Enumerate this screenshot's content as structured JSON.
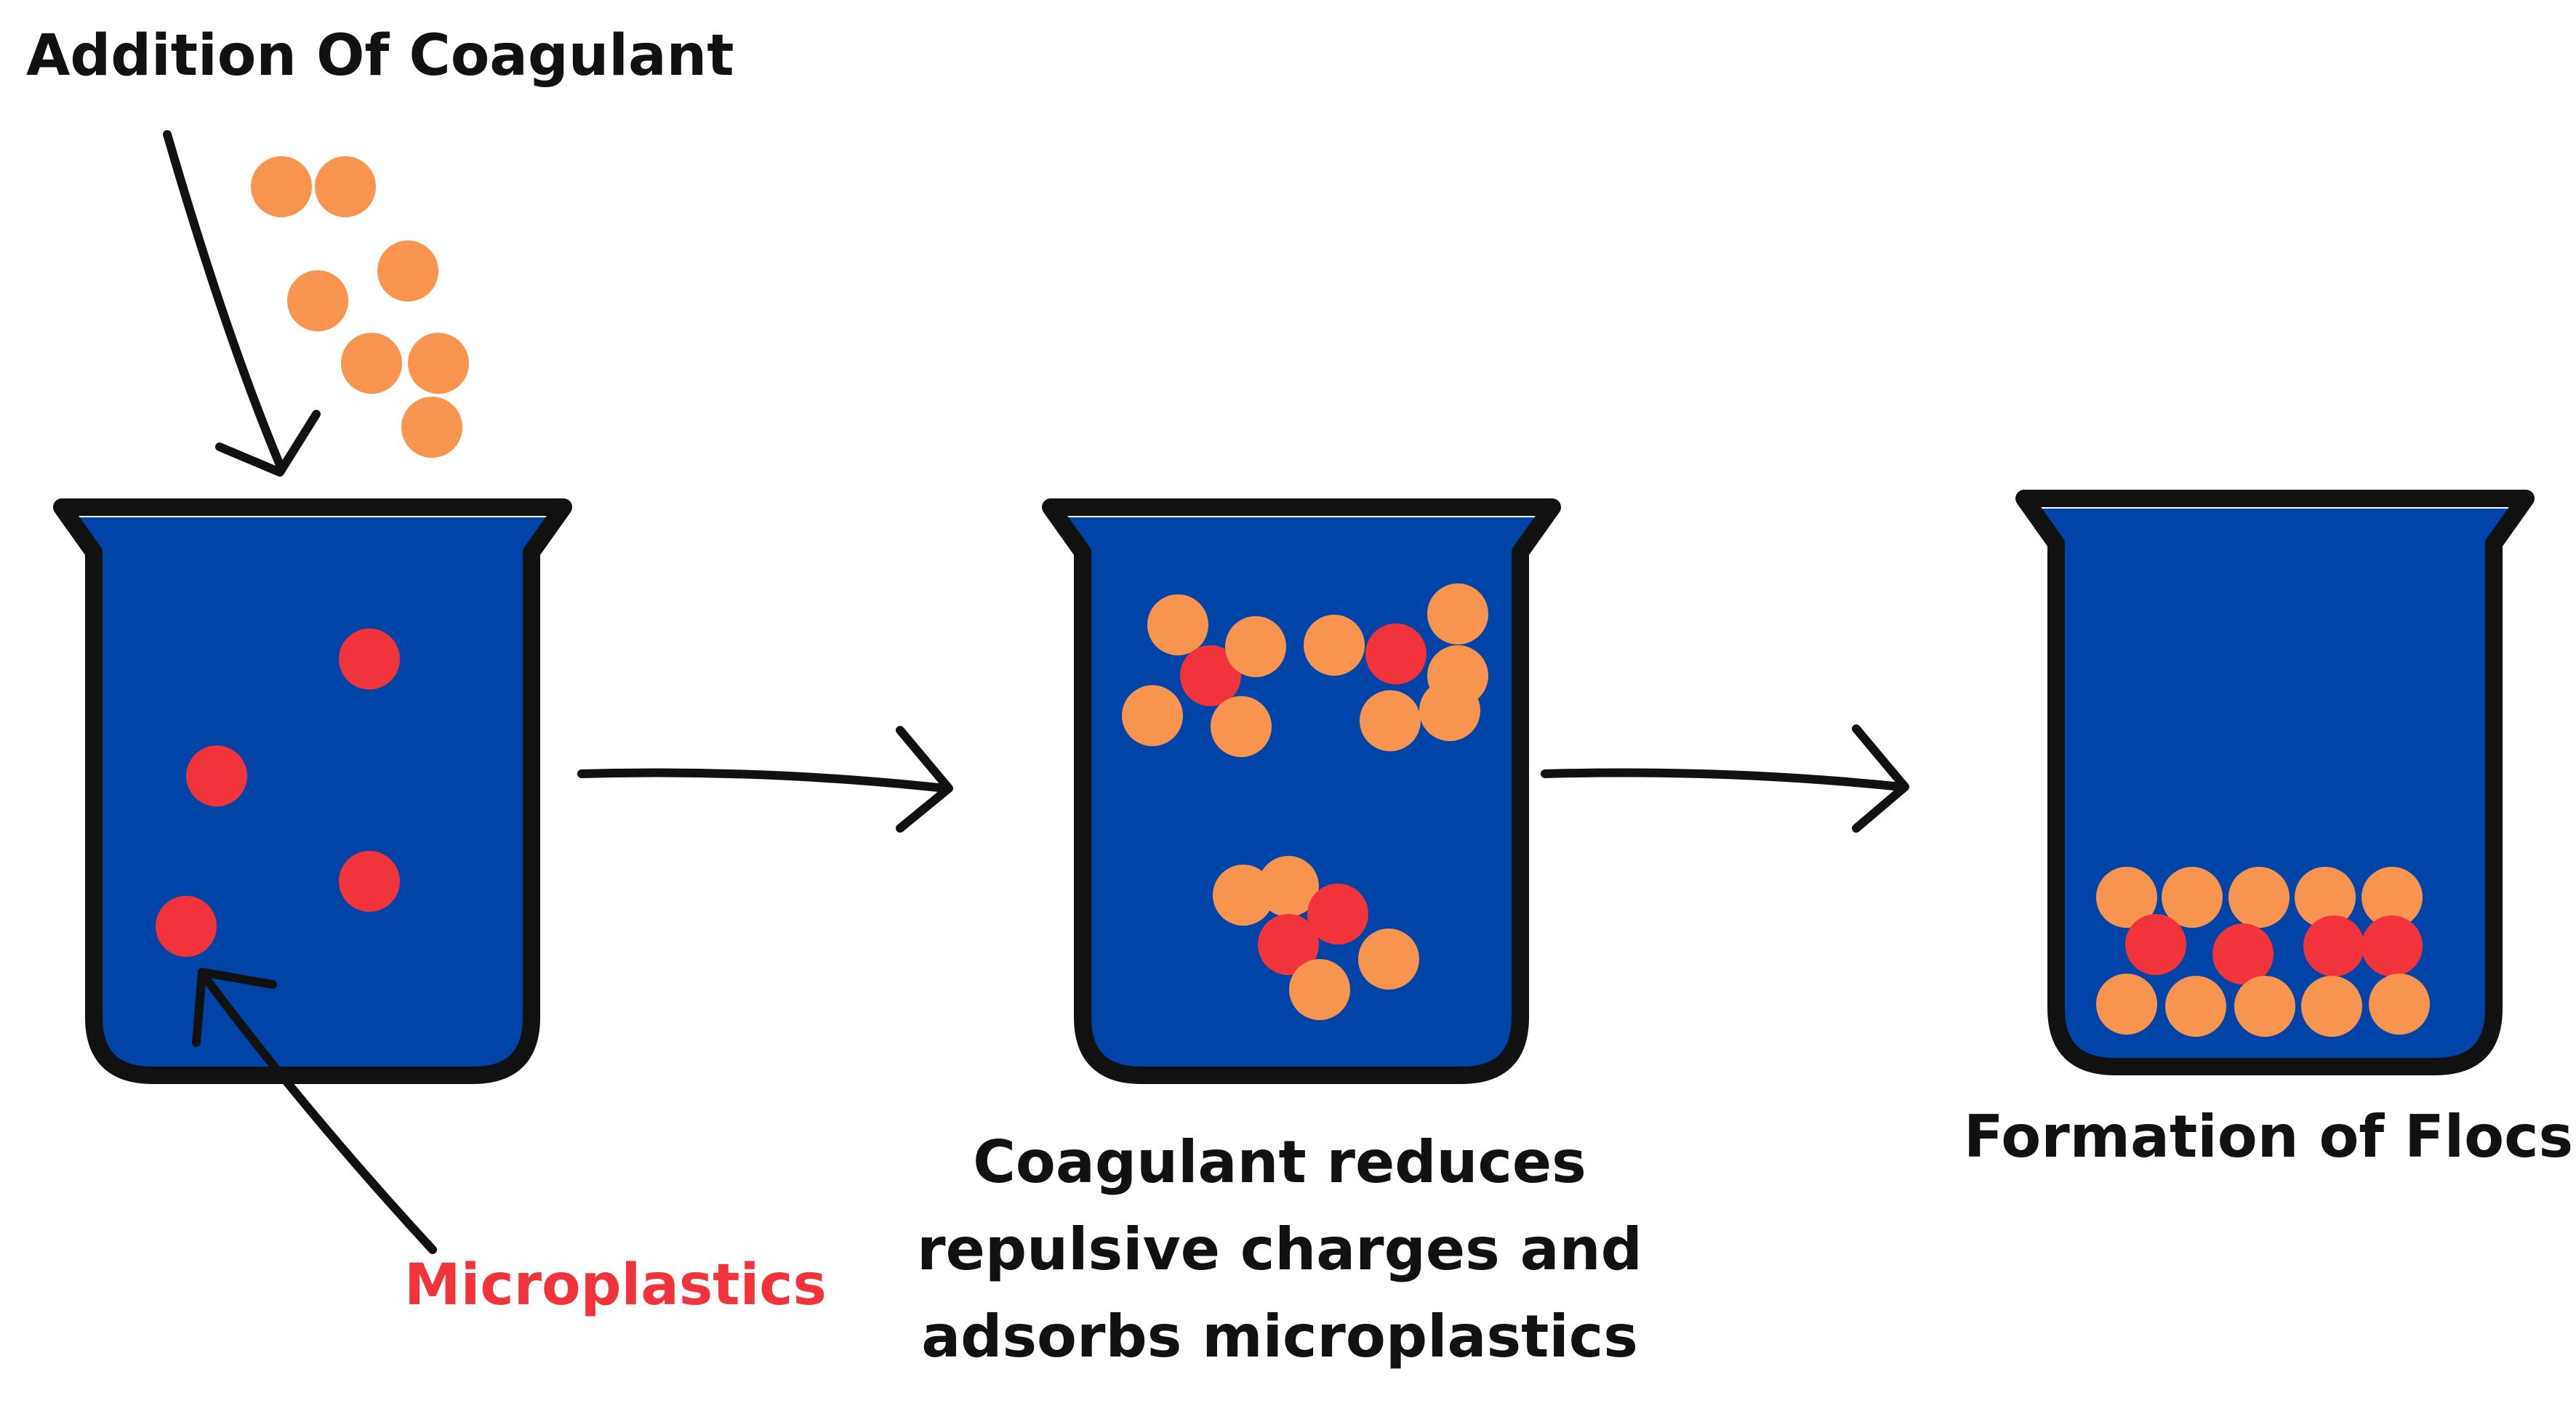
{
  "labels": {
    "addition": "Addition Of Coagulant",
    "microplastics": "Microplastics",
    "step2_lines": [
      "Coagulant reduces",
      "repulsive charges and",
      "adsorbs microplastics"
    ],
    "step3": "Formation of Flocs"
  },
  "colors": {
    "water": "#0044a8",
    "beaker_outline": "#111111",
    "coagulant": "#f7944f",
    "microplastic": "#f1333b",
    "arrow": "#111111"
  }
}
